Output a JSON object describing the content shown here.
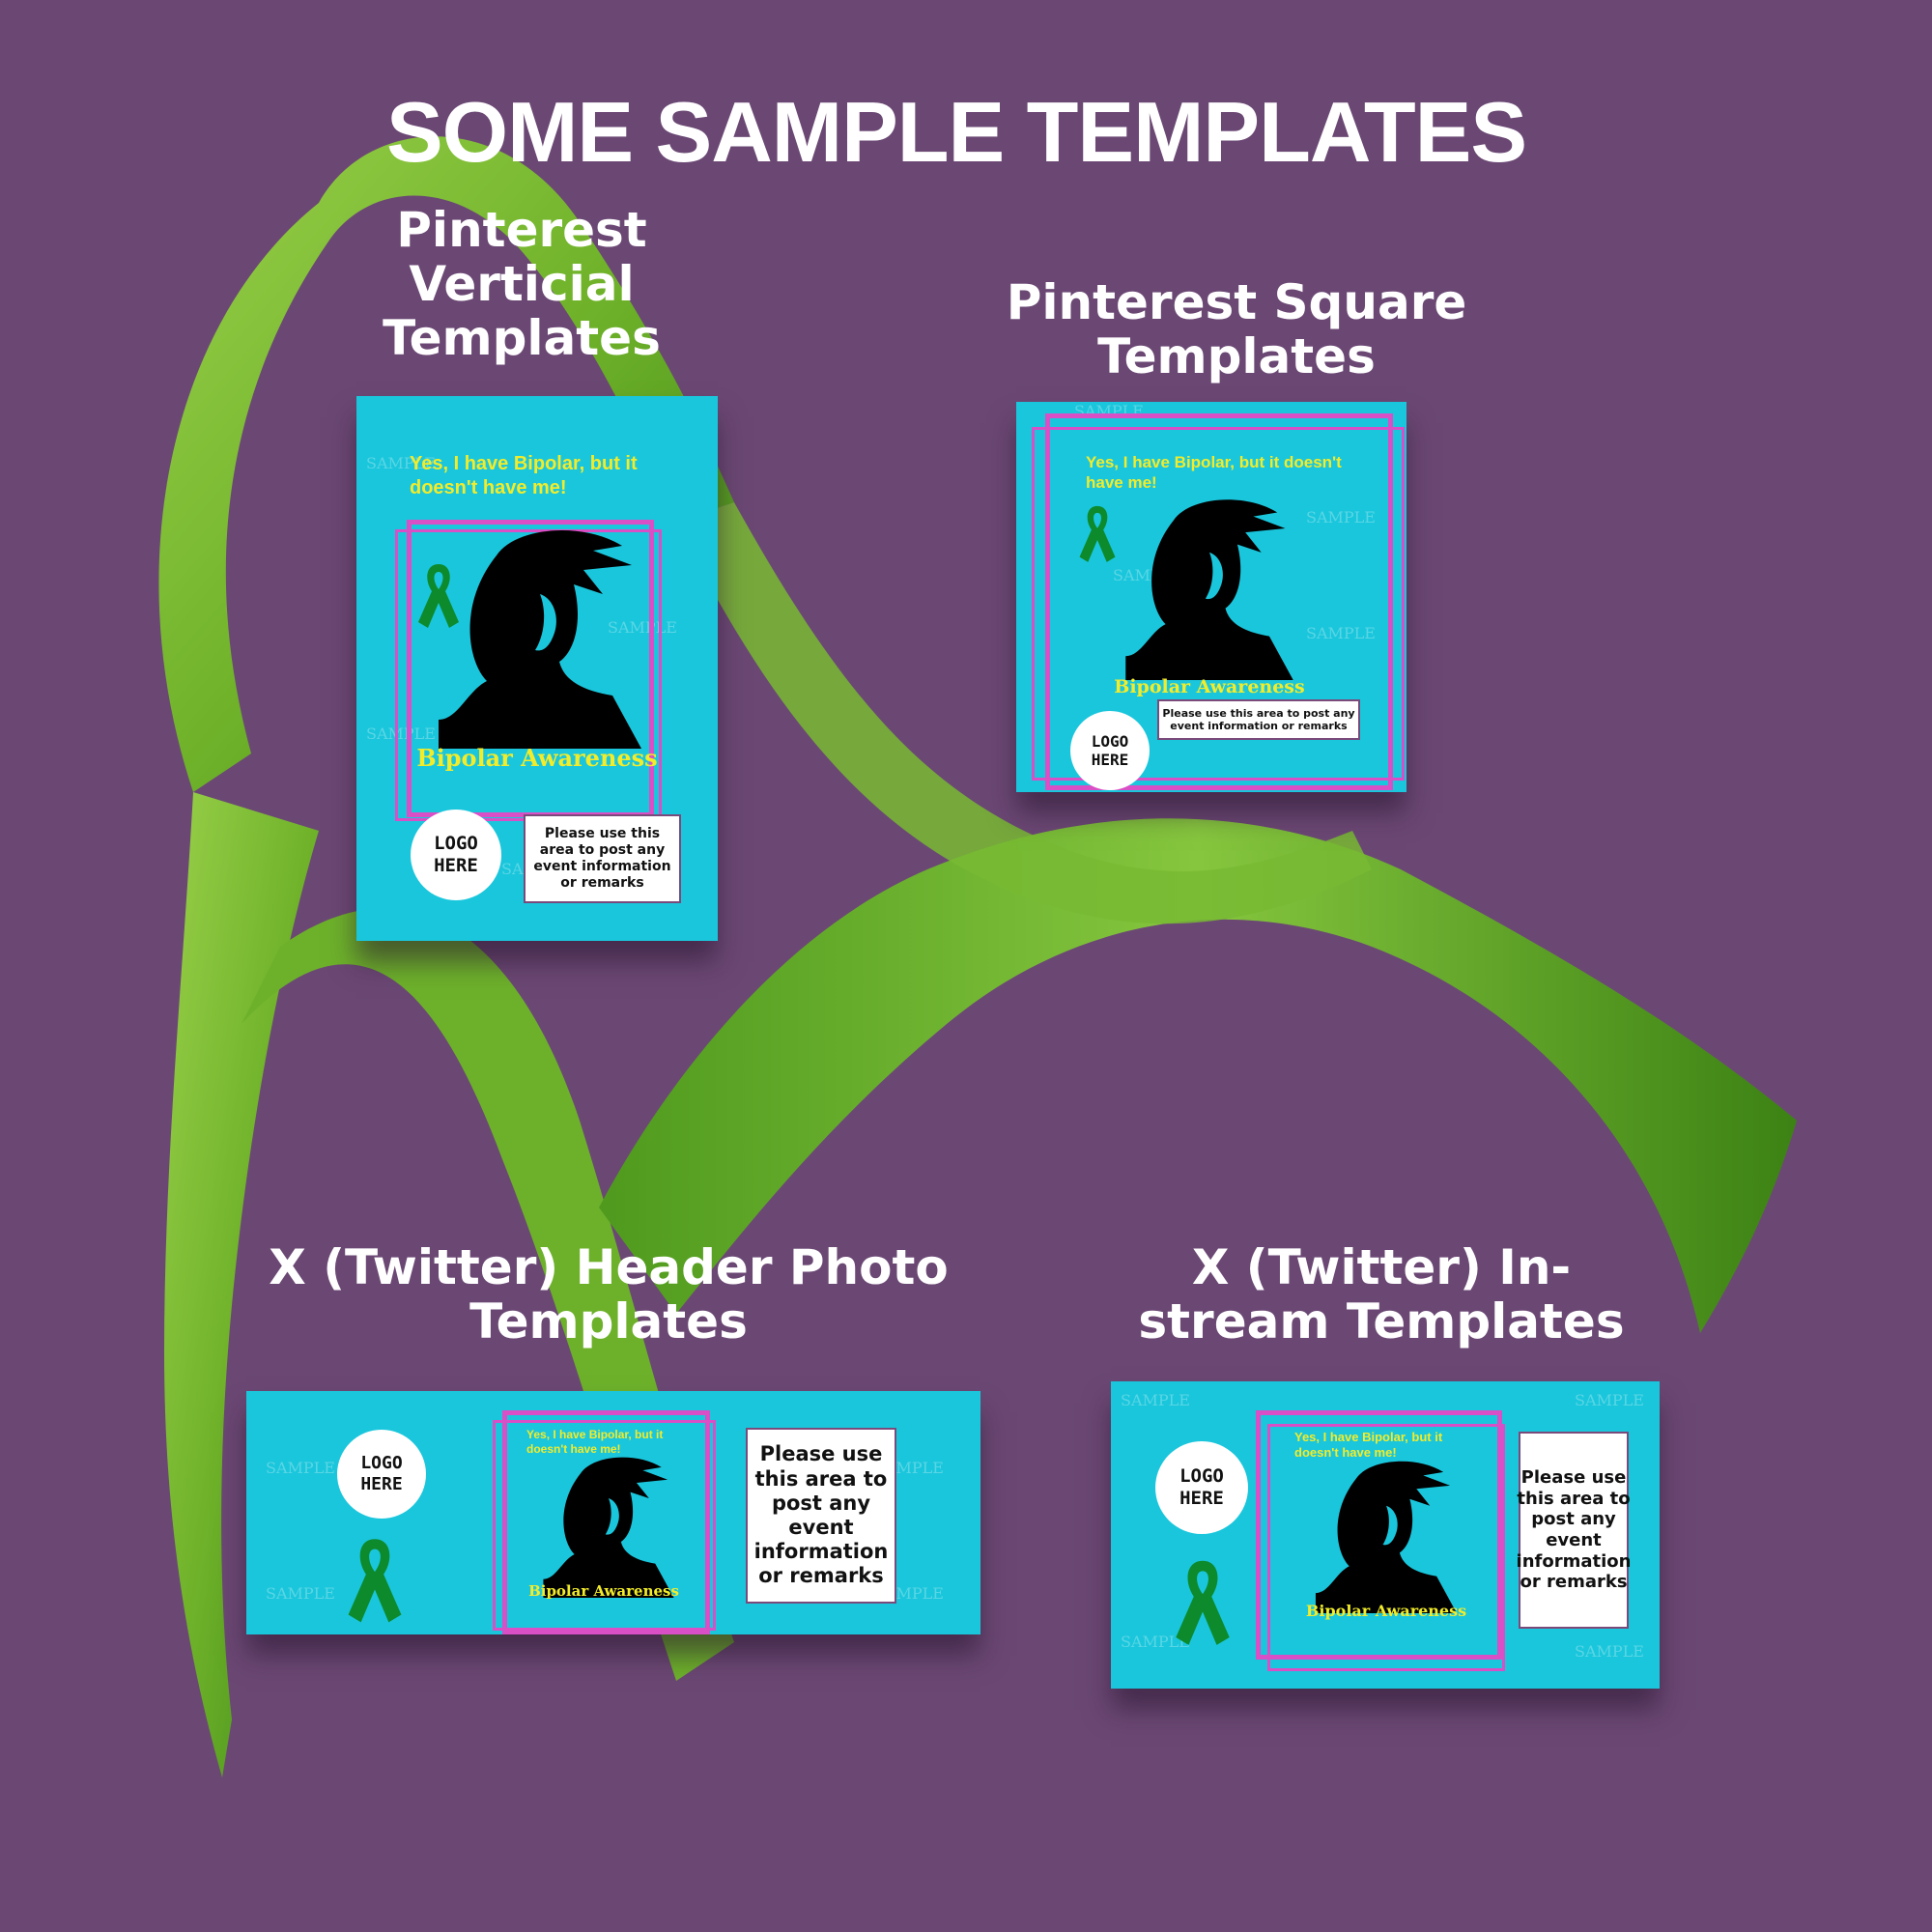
{
  "page": {
    "title": "SOME SAMPLE TEMPLATES",
    "colors": {
      "background": "#6b4874",
      "ribbon": "#6fb22a",
      "template": "#1ac6dc",
      "accent": "#d94fc6",
      "tagline": "#f2ec2a"
    }
  },
  "sections": {
    "vertical": {
      "label_lines": [
        "Pinterest",
        "Verticial",
        "Templates"
      ]
    },
    "square": {
      "label_lines": [
        "Pinterest Square",
        "Templates"
      ]
    },
    "header": {
      "label_lines": [
        "X (Twitter)  Header Photo",
        "Templates"
      ]
    },
    "instream": {
      "label_lines": [
        "X (Twitter)  In-",
        "stream Templates"
      ]
    }
  },
  "template": {
    "tagline": "Yes, I have Bipolar, but it doesn't have me!",
    "awareness": "Bipolar Awareness",
    "logo_lines": [
      "LOGO",
      "HERE"
    ],
    "info_text": "Please use this area to post any event information or remarks",
    "watermark": "SAMPLE",
    "icons": [
      "awareness-ribbon-icon",
      "woman-silhouette-icon"
    ]
  }
}
